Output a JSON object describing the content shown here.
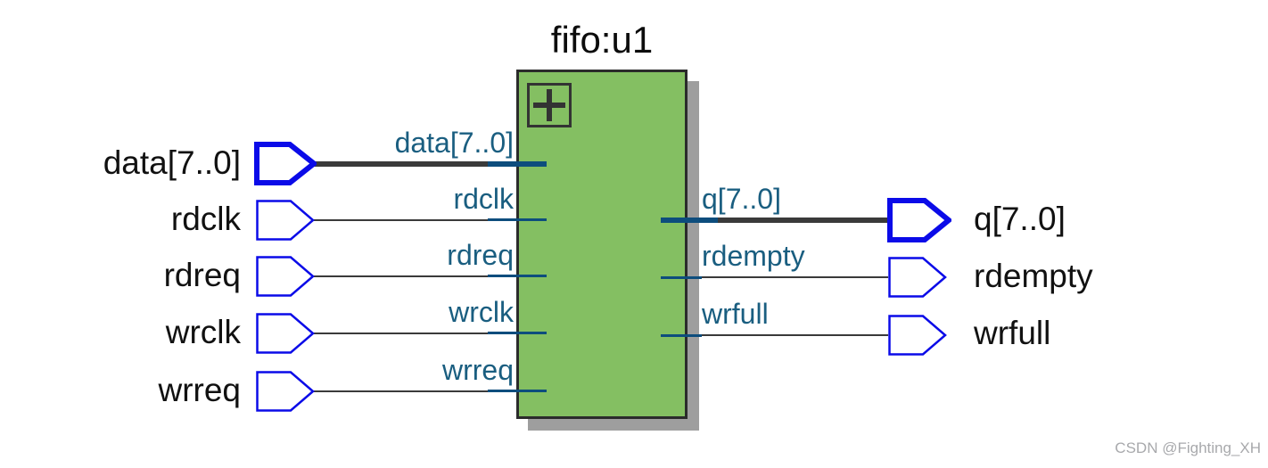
{
  "module": {
    "title": "fifo:u1"
  },
  "ports": {
    "inputs": [
      {
        "name": "data[7..0]",
        "bus": true
      },
      {
        "name": "rdclk",
        "bus": false
      },
      {
        "name": "rdreq",
        "bus": false
      },
      {
        "name": "wrclk",
        "bus": false
      },
      {
        "name": "wrreq",
        "bus": false
      }
    ],
    "outputs": [
      {
        "name": "q[7..0]",
        "bus": true
      },
      {
        "name": "rdempty",
        "bus": false
      },
      {
        "name": "wrfull",
        "bus": false
      }
    ]
  },
  "icons": {
    "expand": "plus-icon"
  },
  "colors": {
    "block_fill": "#84bf62",
    "block_border": "#2b2b2b",
    "block_shadow": "#9e9e9e",
    "port_outline": "#0b0be8",
    "wire": "#3a3a3a",
    "wire_stub": "#0d4d7d",
    "pin_label_text": "#1a5e80",
    "port_label_text": "#111111",
    "watermark_text": "#a8a9ac"
  },
  "watermark": "CSDN @Fighting_XH"
}
